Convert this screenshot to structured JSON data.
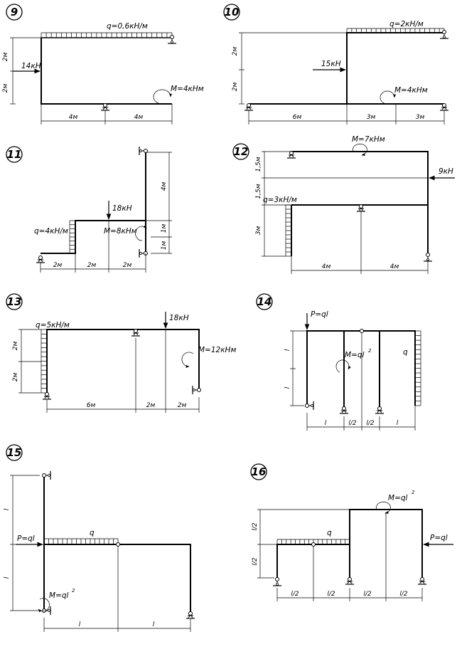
{
  "problems": [
    {
      "number": "9",
      "labels": [
        "q=0,6кН/м",
        "14кН",
        "M=4кНм"
      ],
      "dims": [
        "2м",
        "2м",
        "4м",
        "4м"
      ]
    },
    {
      "number": "10",
      "labels": [
        "q=2кН/м",
        "15кН",
        "M=4кНм"
      ],
      "dims": [
        "2м",
        "2м",
        "6м",
        "3м",
        "3м"
      ]
    },
    {
      "number": "11",
      "labels": [
        "18кН",
        "q=4кН/м",
        "M=8кНм"
      ],
      "dims": [
        "4м",
        "1м",
        "1м",
        "2м",
        "2м",
        "2м"
      ]
    },
    {
      "number": "12",
      "labels": [
        "M=7кНм",
        "9кН",
        "q=3кН/м"
      ],
      "dims": [
        "1,5м",
        "1,5м",
        "3м",
        "4м",
        "4м"
      ]
    },
    {
      "number": "13",
      "labels": [
        "q=5кН/м",
        "18кН",
        "M=12кНм"
      ],
      "dims": [
        "2м",
        "2м",
        "6м",
        "2м",
        "2м"
      ]
    },
    {
      "number": "14",
      "labels": [
        "P=ql",
        "M=ql",
        "2",
        "q"
      ],
      "dims": [
        "l",
        "l",
        "l",
        "l/2",
        "l/2",
        "l"
      ]
    },
    {
      "number": "15",
      "labels": [
        "P=ql",
        "q",
        "M=ql",
        "2"
      ],
      "dims": [
        "l",
        "l",
        "l",
        "l"
      ]
    },
    {
      "number": "16",
      "labels": [
        "M=ql",
        "2",
        "q",
        "P=ql"
      ],
      "dims": [
        "l/2",
        "l/2",
        "l/2",
        "l/2",
        "l/2",
        "l/2"
      ]
    }
  ]
}
